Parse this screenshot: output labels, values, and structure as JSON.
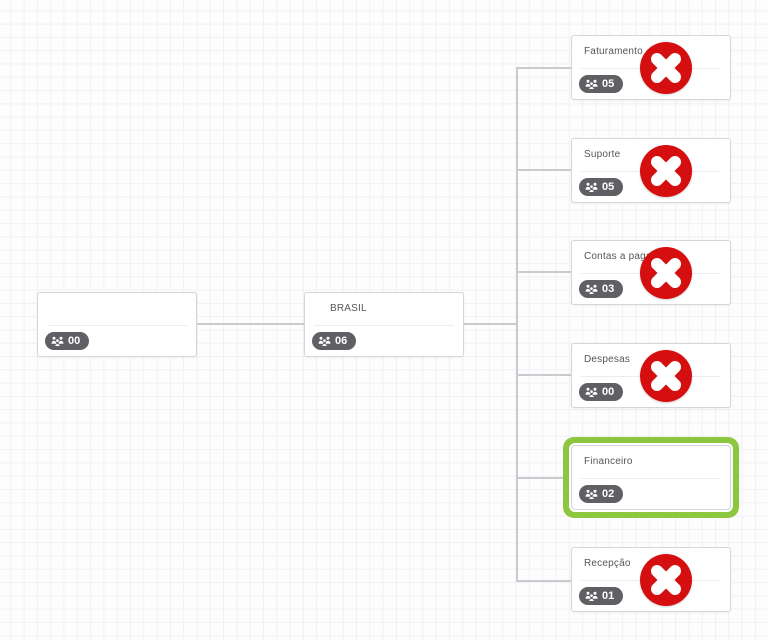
{
  "app": {
    "view": "organization-chart-canvas",
    "language": "pt-BR"
  },
  "colors": {
    "selection_green": "#8dc63f",
    "delete_red": "#d50f0f",
    "badge_gray": "#5f6064",
    "connector_gray": "#cbcbcf",
    "card_border": "#d6d6d9",
    "title_text": "#55565c"
  },
  "icons": {
    "members": "users-icon",
    "delete": "x-circle-icon"
  },
  "chart_data": {
    "type": "org-chart-tree",
    "root": {
      "title": "",
      "member_count": "00"
    },
    "level2": [
      {
        "title": "BRASIL",
        "member_count": "06"
      }
    ],
    "level3_parent": "BRASIL",
    "level3": [
      {
        "title": "Faturamento",
        "member_count": "05",
        "delete_overlay": true,
        "selected": false
      },
      {
        "title": "Suporte",
        "member_count": "05",
        "delete_overlay": true,
        "selected": false
      },
      {
        "title": "Contas a pagar",
        "member_count": "03",
        "delete_overlay": true,
        "selected": false
      },
      {
        "title": "Despesas",
        "member_count": "00",
        "delete_overlay": true,
        "selected": false
      },
      {
        "title": "Financeiro",
        "member_count": "02",
        "delete_overlay": false,
        "selected": true
      },
      {
        "title": "Recepção",
        "member_count": "01",
        "delete_overlay": true,
        "selected": false
      }
    ]
  },
  "nodes": [
    {
      "title": "",
      "member_count": "00"
    },
    {
      "title": "BRASIL",
      "member_count": "06"
    },
    {
      "title": "Faturamento",
      "member_count": "05"
    },
    {
      "title": "Suporte",
      "member_count": "05"
    },
    {
      "title": "Contas a pagar",
      "member_count": "03"
    },
    {
      "title": "Despesas",
      "member_count": "00"
    },
    {
      "title": "Financeiro",
      "member_count": "02"
    },
    {
      "title": "Recepção",
      "member_count": "01"
    }
  ]
}
